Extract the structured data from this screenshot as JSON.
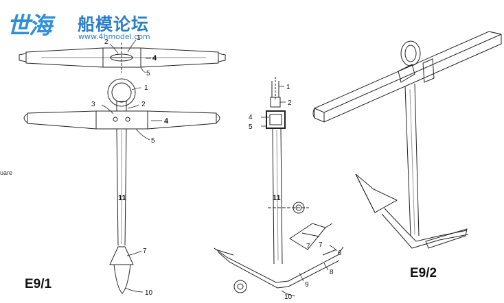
{
  "watermark": {
    "brand_text": "世海",
    "site_name": "船模论坛",
    "url": "www.4hmodel.com",
    "accent_color": "#2b7fc9"
  },
  "edge_text": "uare",
  "figures": [
    {
      "id": "E9/1",
      "label": "E9/1",
      "top_view_callouts": [
        "2",
        "1",
        "4",
        "5"
      ],
      "side_view_callouts": [
        "1",
        "3",
        "2",
        "4",
        "5",
        "11",
        "7",
        "10"
      ]
    },
    {
      "id": "detail",
      "callouts": [
        "1",
        "2",
        "4",
        "5",
        "11",
        "7",
        "7",
        "6",
        "8",
        "9",
        "10"
      ]
    },
    {
      "id": "E9/2",
      "label": "E9/2"
    }
  ]
}
